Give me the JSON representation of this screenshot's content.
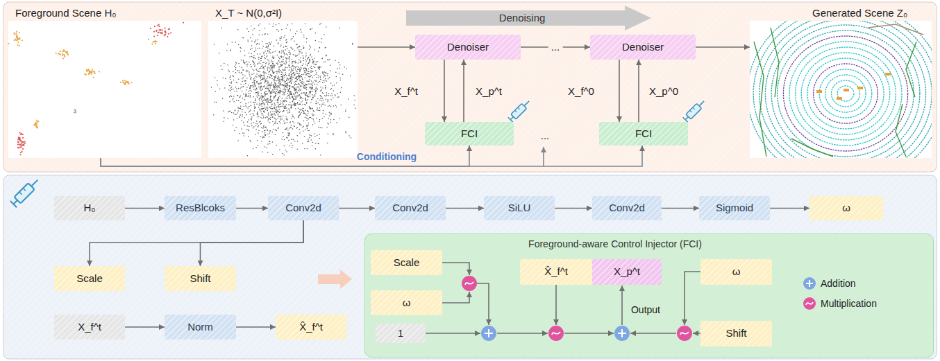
{
  "diagram": {
    "nodes": [
      {
        "text": [
          "Foreground Scene H₀"
        ]
      },
      {
        "text": [
          "X_T ~ N(0,σ²I)"
        ]
      },
      {
        "text": [
          "Denoiser"
        ]
      },
      {
        "text": [
          "FCI"
        ]
      },
      {
        "text": [
          "Denoiser"
        ]
      },
      {
        "text": [
          "FCI"
        ]
      },
      {
        "text": [
          "Generated Scene Z₀"
        ]
      },
      {
        "text": [
          "H₀"
        ]
      },
      {
        "text": [
          "ResBlcoks"
        ]
      },
      {
        "text": [
          "Conv2d"
        ]
      },
      {
        "text": [
          "Conv2d"
        ]
      },
      {
        "text": [
          "SiLU"
        ]
      },
      {
        "text": [
          "Conv2d"
        ]
      },
      {
        "text": [
          "Sigmoid"
        ]
      },
      {
        "text": [
          "ω"
        ]
      },
      {
        "text": [
          "Scale"
        ]
      },
      {
        "text": [
          "Shift"
        ]
      },
      {
        "text": [
          "X_f^t"
        ]
      },
      {
        "text": [
          "Norm"
        ]
      },
      {
        "text": [
          "X̂_f^t"
        ]
      },
      {
        "text": [
          "Foreground-aware Control Injector (FCI)"
        ]
      },
      {
        "text": [
          "Scale"
        ],
        "in": 20
      },
      {
        "text": [
          "ω"
        ],
        "in": 20
      },
      {
        "text": [
          "1"
        ],
        "in": 20
      },
      {
        "text": [
          "X̂_f^t"
        ],
        "in": 20
      },
      {
        "text": [
          "X_p^t"
        ],
        "in": 20
      },
      {
        "text": [
          "ω"
        ],
        "in": 20
      },
      {
        "text": [
          "Shift"
        ],
        "in": 20
      }
    ],
    "edges": [
      {
        "from": 1,
        "to": 2,
        "arrow": "to"
      },
      {
        "from": 2,
        "to": 3,
        "arrow": "to",
        "label": "X_f^t"
      },
      {
        "from": 3,
        "to": 2,
        "arrow": "to",
        "label": "X_p^t"
      },
      {
        "from": 2,
        "to": 4,
        "arrow": "to",
        "label": "..."
      },
      {
        "from": 4,
        "to": 5,
        "arrow": "to",
        "label": "X_f^0"
      },
      {
        "from": 5,
        "to": 4,
        "arrow": "to",
        "label": "X_p^0"
      },
      {
        "from": 4,
        "to": 6,
        "arrow": "to"
      },
      {
        "from": 0,
        "to": 3,
        "arrow": "to"
      },
      {
        "from": 0,
        "to": 5,
        "arrow": "to"
      },
      {
        "from": 7,
        "to": 8,
        "arrow": "to"
      },
      {
        "from": 8,
        "to": 9,
        "arrow": "to"
      },
      {
        "from": 9,
        "to": 10,
        "arrow": "to"
      },
      {
        "from": 10,
        "to": 11,
        "arrow": "to"
      },
      {
        "from": 11,
        "to": 12,
        "arrow": "to"
      },
      {
        "from": 12,
        "to": 13,
        "arrow": "to"
      },
      {
        "from": 13,
        "to": 14,
        "arrow": "to"
      },
      {
        "from": 9,
        "to": 15,
        "arrow": "to"
      },
      {
        "from": 9,
        "to": 16,
        "arrow": "to"
      },
      {
        "from": 17,
        "to": 18,
        "arrow": "to"
      },
      {
        "from": 18,
        "to": 19,
        "arrow": "to"
      }
    ],
    "labels": [
      "Denoising",
      "...",
      "Conditioning",
      "Output"
    ],
    "legend": [
      {
        "text": "Addition"
      },
      {
        "text": "Multiplication"
      }
    ]
  }
}
